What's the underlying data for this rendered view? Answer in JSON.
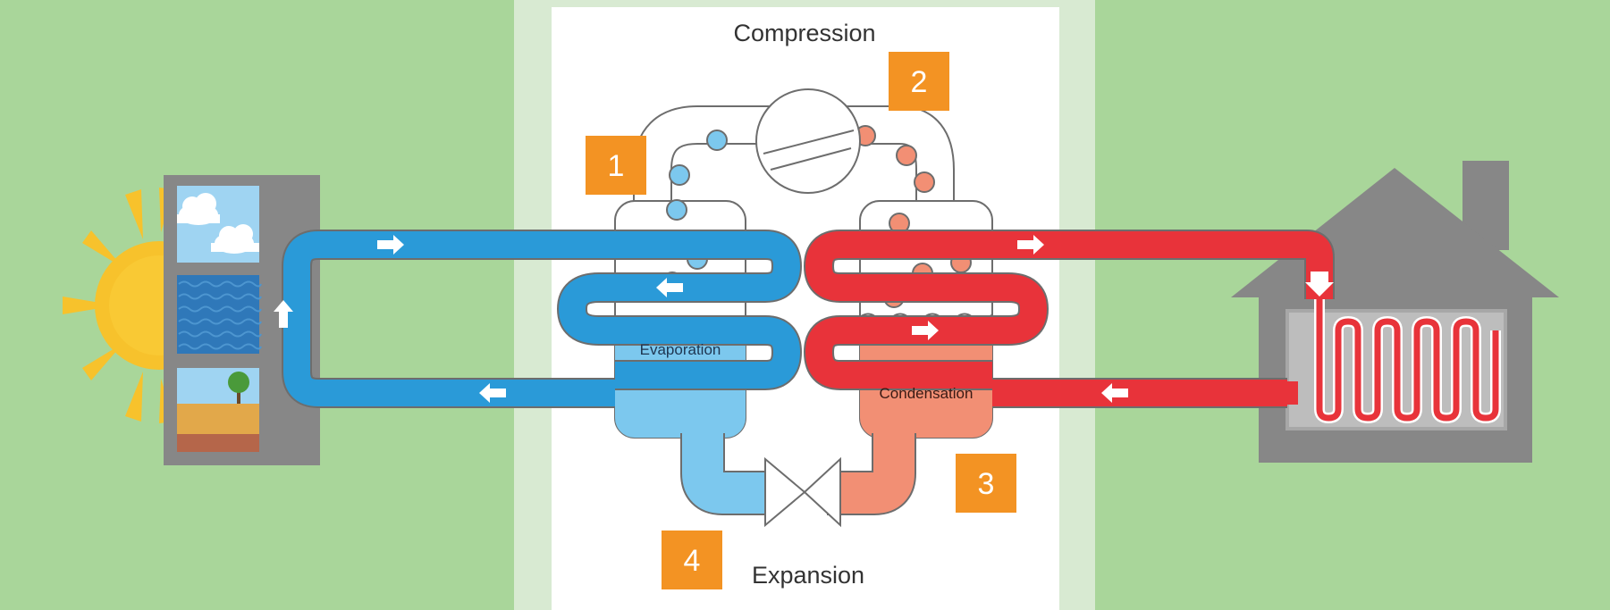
{
  "labels": {
    "compression": "Compression",
    "expansion": "Expansion",
    "evaporation": "Evaporation",
    "condensation": "Condensation"
  },
  "steps": [
    {
      "number": "1"
    },
    {
      "number": "2"
    },
    {
      "number": "3"
    },
    {
      "number": "4"
    }
  ],
  "colors": {
    "background_green": "#a9d69a",
    "center_panel": "#ffffff",
    "cold_loop": "#2a9ad8",
    "hot_loop": "#e8333a",
    "cold_refrigerant": "#7cc8ee",
    "hot_refrigerant": "#f28f74",
    "step_badge": "#f39323",
    "sun": "#f7c22c",
    "house": "#878787"
  },
  "icons": [
    "sun-icon",
    "cloud-icon",
    "tree-icon",
    "house-icon",
    "compressor-icon",
    "expansion-valve-icon",
    "arrow-icon"
  ]
}
